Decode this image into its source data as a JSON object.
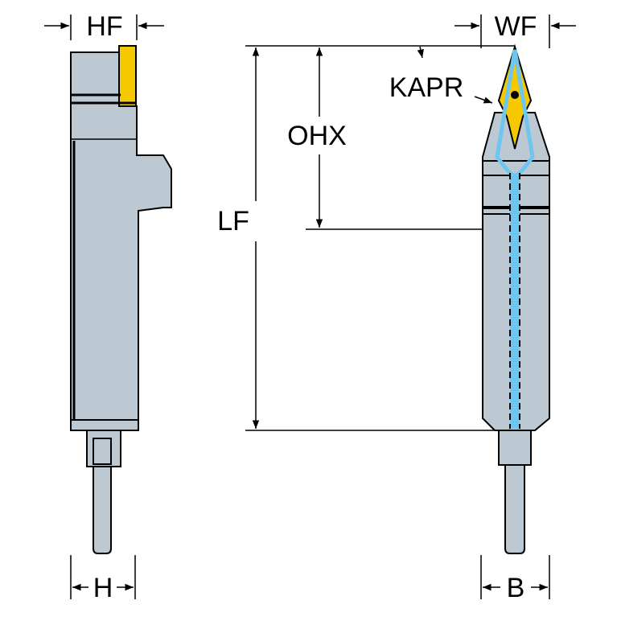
{
  "labels": {
    "hf": "HF",
    "h": "H",
    "wf": "WF",
    "b": "B",
    "lf": "LF",
    "ohx": "OHX",
    "kapr": "KAPR"
  },
  "colors": {
    "body": "#bcc8d2",
    "insert": "#f5c800",
    "coolant": "#6ec6ee",
    "line": "#000000"
  }
}
